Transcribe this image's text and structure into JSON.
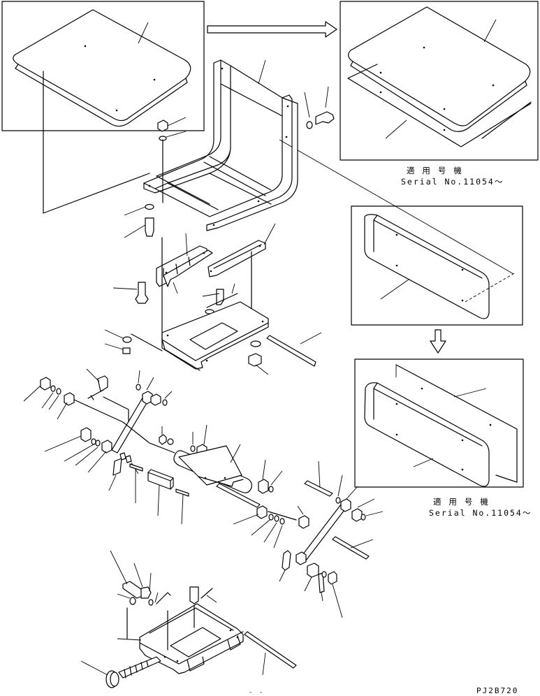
{
  "notes": {
    "upper_jp": "適 用 号 機",
    "upper_serial": "Serial No.11054～",
    "lower_jp": "適 用 号 機",
    "lower_serial": "Serial No.11054～"
  },
  "figure_code": "PJ2B720",
  "page_mark": "- -"
}
